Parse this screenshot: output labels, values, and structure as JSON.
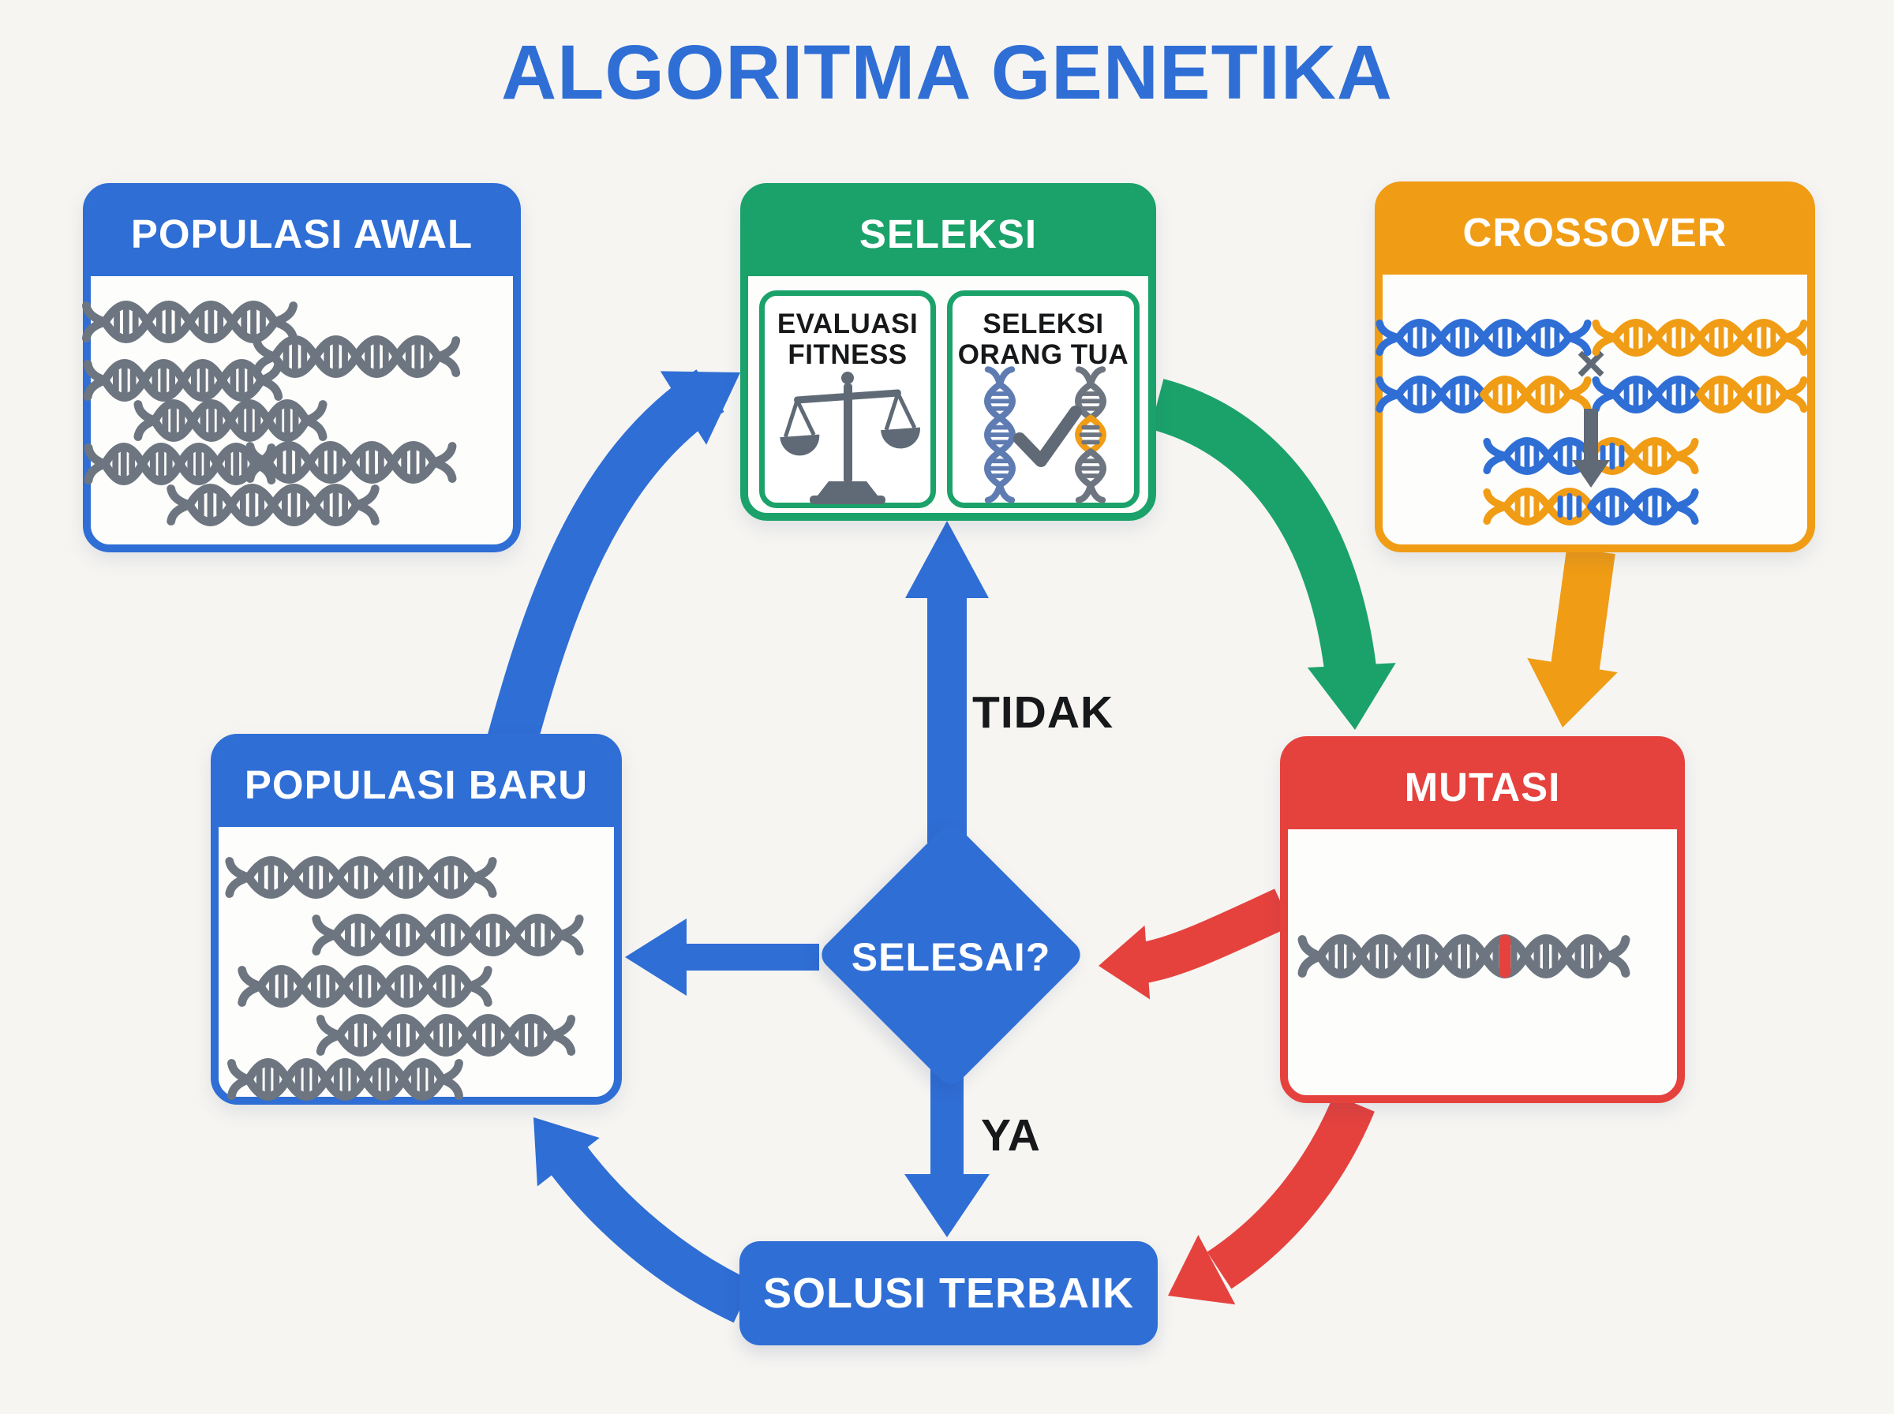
{
  "title": "ALGORITMA GENETIKA",
  "palette": {
    "blue": "#2f6ed5",
    "green": "#1ba26a",
    "orange": "#f09c15",
    "red": "#e5423e",
    "gray_dna": "#6d7580",
    "gray_icon": "#5f6a76",
    "steel_blue": "#5e7cb2",
    "text_black": "#17181a",
    "bg": "#f6f5f2",
    "white": "#ffffff"
  },
  "boxes": {
    "populasi_awal": {
      "title": "POPULASI AWAL"
    },
    "seleksi": {
      "title": "SELEKSI",
      "evaluasi_fitness": {
        "line1": "EVALUASI",
        "line2": "FITNESS"
      },
      "seleksi_orang_tua": {
        "line1": "SELEKSI",
        "line2": "ORANG TUA"
      }
    },
    "crossover": {
      "title": "CROSSOVER"
    },
    "mutasi": {
      "title": "MUTASI"
    },
    "populasi_baru": {
      "title": "POPULASI BARU"
    },
    "solusi_terbaik": {
      "title": "SOLUSI TERBAIK"
    }
  },
  "decision": {
    "label": "SELESAI?",
    "no_label": "TIDAK",
    "yes_label": "YA"
  },
  "icons": {
    "cross_symbol": "×"
  }
}
